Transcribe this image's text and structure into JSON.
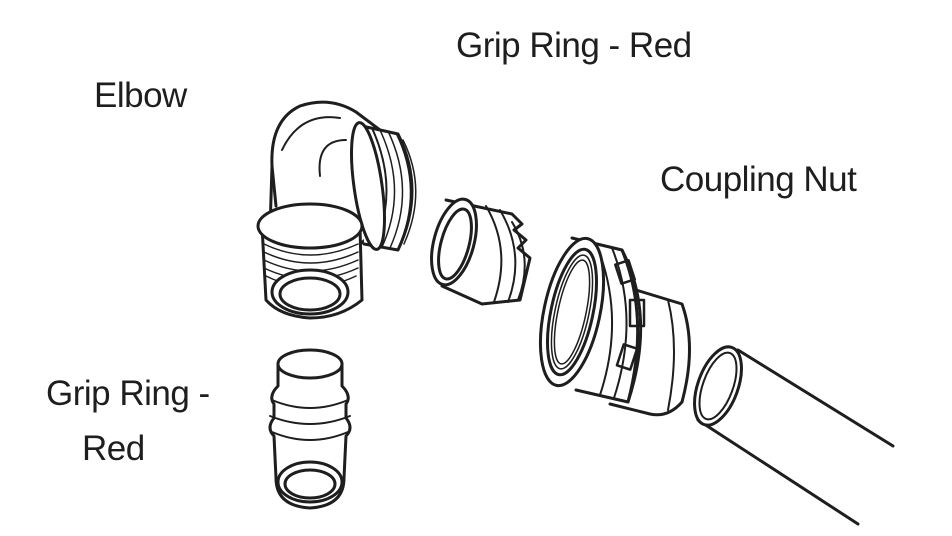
{
  "labels": {
    "elbow": "Elbow",
    "grip_ring_top": "Grip Ring - Red",
    "coupling_nut": "Coupling Nut",
    "grip_ring_bottom_line1": "Grip Ring -",
    "grip_ring_bottom_line2": "Red"
  },
  "colors": {
    "background": "#ffffff",
    "line": "#1e1e1e",
    "fill": "#ffffff"
  }
}
